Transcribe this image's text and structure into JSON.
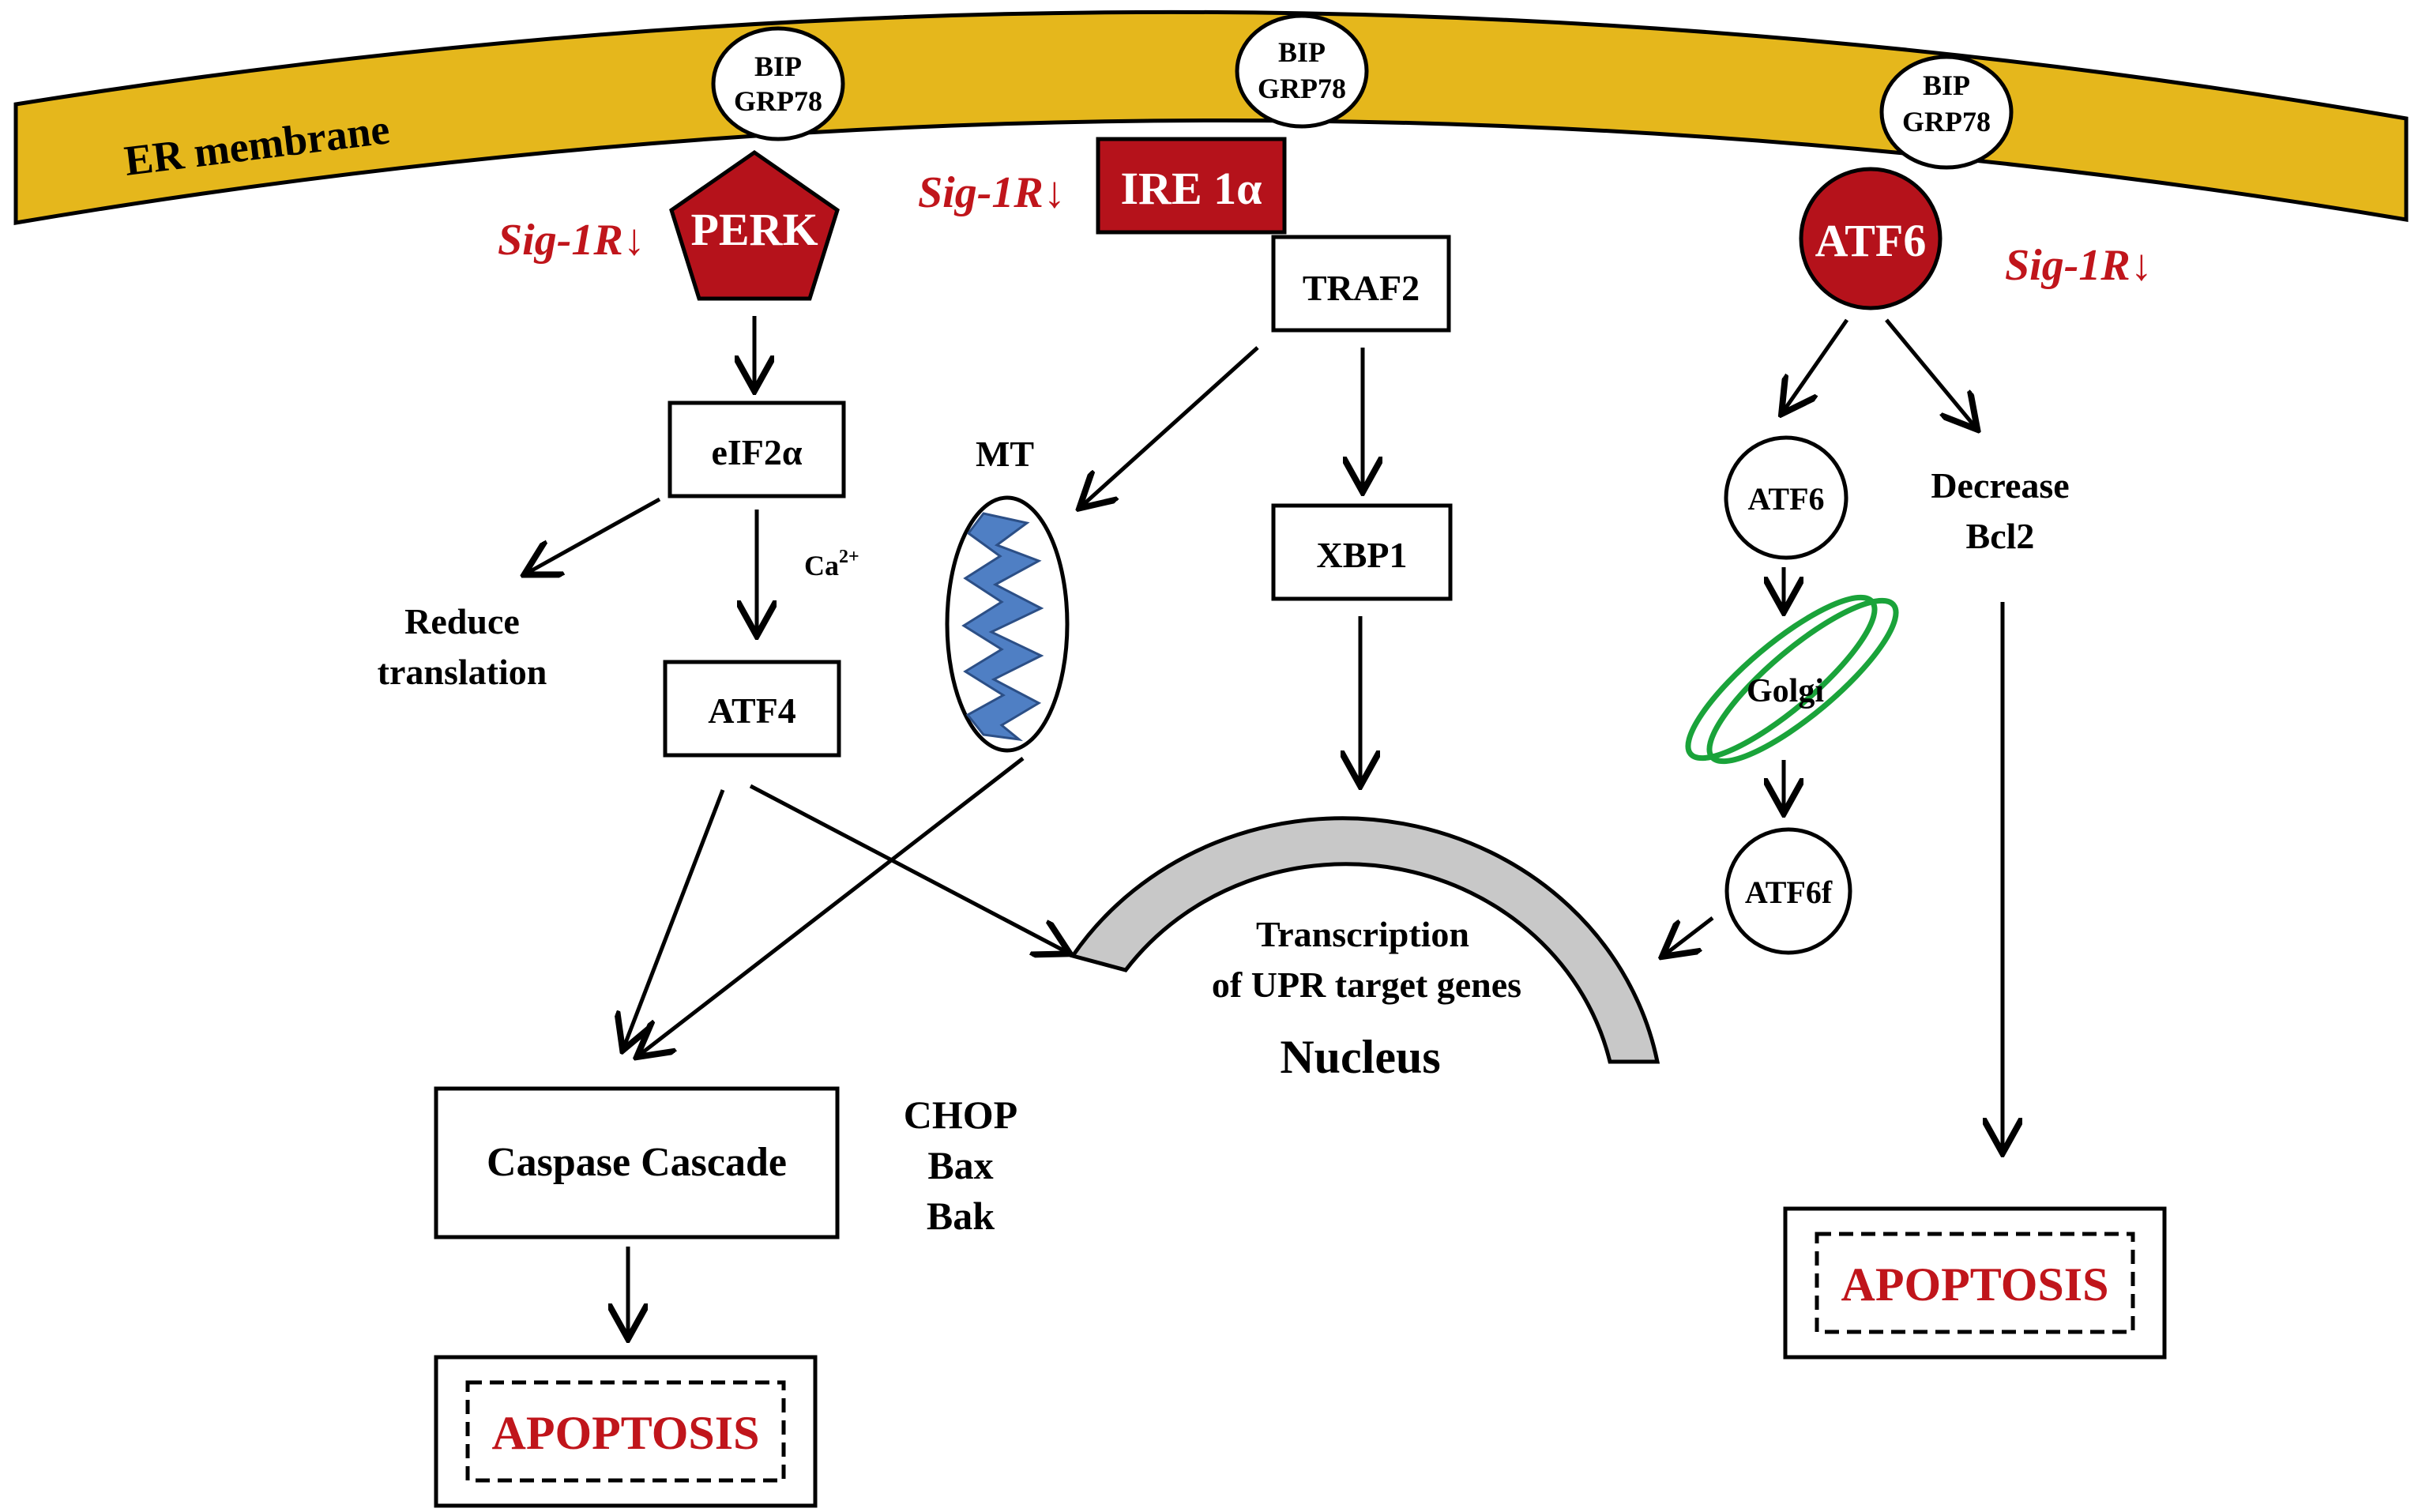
{
  "er_membrane": {
    "label": "ER membrane"
  },
  "bip": {
    "line1": "BIP",
    "line2": "GRP78"
  },
  "regulator": {
    "label": "Sig-1R↓"
  },
  "perk_branch": {
    "sensor": "PERK",
    "eif2a": "eIF2α",
    "reduce_translation_1": "Reduce",
    "reduce_translation_2": "translation",
    "calcium": "Ca",
    "calcium_sup": "2+",
    "atf4": "ATF4"
  },
  "ire1_branch": {
    "sensor": "IRE 1α",
    "traf2": "TRAF2",
    "mt": "MT",
    "xbp1": "XBP1"
  },
  "atf6_branch": {
    "sensor": "ATF6",
    "atf6_small": "ATF6",
    "golgi": "Golgi",
    "atf6f": "ATF6f",
    "decrease_1": "Decrease",
    "decrease_2": "Bcl2"
  },
  "nucleus": {
    "line1": "Transcription",
    "line2": "of UPR target genes",
    "label": "Nucleus"
  },
  "caspase": {
    "label": "Caspase Cascade"
  },
  "pro_apoptotic": [
    "CHOP",
    "Bax",
    "Bak"
  ],
  "apoptosis": {
    "label": "APOPTOSIS"
  },
  "colors": {
    "membrane": "#e5b71c",
    "sensor_red": "#b5121b",
    "text_red": "#c0151b",
    "mito_blue": "#4f7fc4",
    "golgi_green": "#1aa33a",
    "nucleus_gray": "#c8c8c8"
  }
}
